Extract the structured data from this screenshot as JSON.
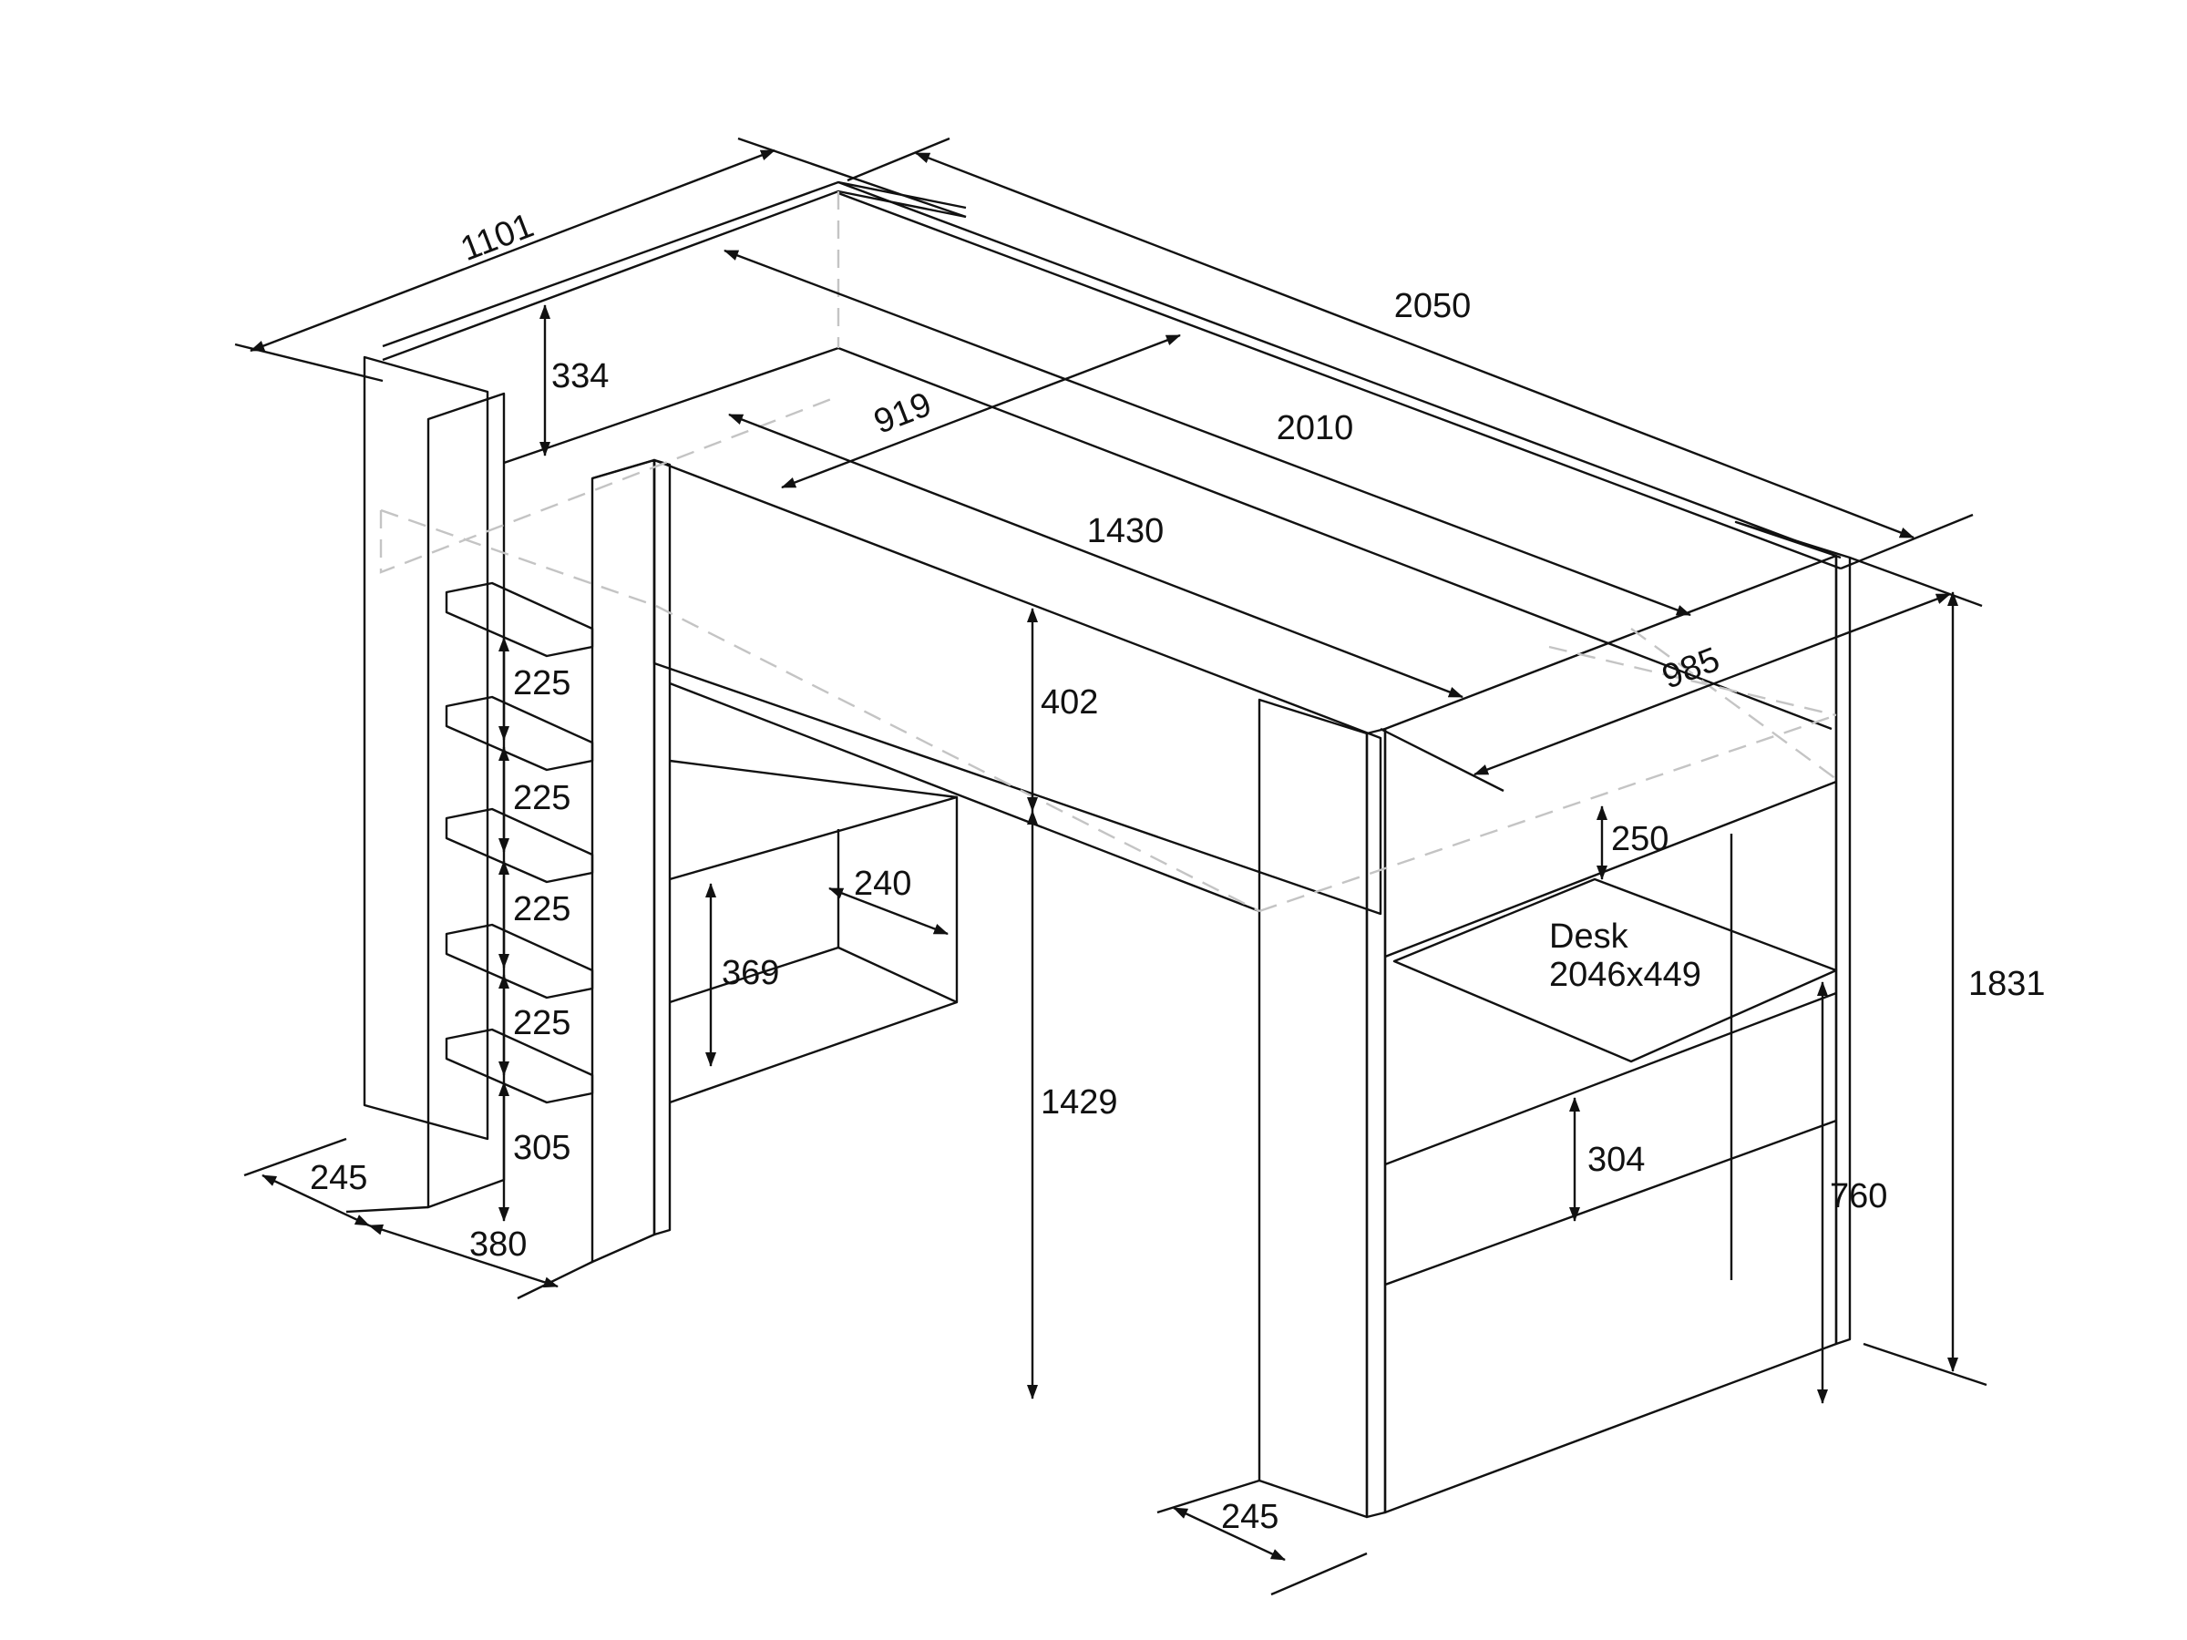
{
  "dimensions": {
    "overall_width": "1101",
    "overall_length": "2050",
    "inner_length": "2010",
    "inner_width": "919",
    "guard_length": "1430",
    "end_width": "985",
    "overall_height": "1831",
    "guard_height": "334",
    "front_panel_height": "402",
    "clearance_height": "1429",
    "step_spacing_1": "225",
    "step_spacing_2": "225",
    "step_spacing_3": "225",
    "step_spacing_4": "225",
    "bottom_step_height": "305",
    "ladder_post_depth": "245",
    "ladder_width": "380",
    "desk_post_depth": "245",
    "shelf_depth": "240",
    "shelf_height": "369",
    "top_shelf_gap": "250",
    "lower_shelf_gap": "304",
    "desk_height": "760"
  },
  "desk": {
    "label": "Desk",
    "size": "2046x449"
  }
}
